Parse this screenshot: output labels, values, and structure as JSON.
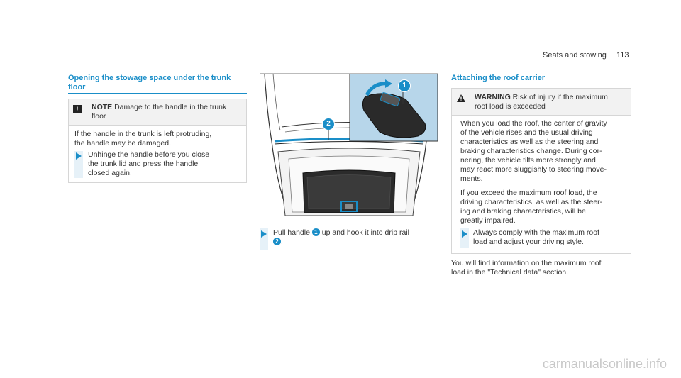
{
  "header": {
    "section": "Seats and stowing",
    "page": "113"
  },
  "left": {
    "heading": [
      "Opening the stowage space under the trunk",
      "floor"
    ],
    "note": {
      "icon": "!",
      "title": "NOTE",
      "text1": " Damage to the handle in the trunk",
      "text2": "floor"
    },
    "body": [
      "If the handle in the trunk is left protruding,",
      "the handle may be damaged."
    ],
    "step": [
      "Unhinge the handle before you close",
      "the trunk lid and press the handle",
      "closed again."
    ]
  },
  "middle": {
    "callouts": [
      "1",
      "2"
    ],
    "step": {
      "text_a": "Pull handle ",
      "num1": "1",
      "text_b": " up and hook it into drip rail",
      "num2": "2",
      "text_c": "."
    }
  },
  "right": {
    "heading": "Attaching the roof carrier",
    "warning": {
      "title": "WARNING",
      "text1": " Risk of injury if the maximum",
      "text2": "roof load is exceeded"
    },
    "para1": [
      "When you load the roof, the center of gravity",
      "of the vehicle rises and the usual driving",
      "characteristics as well as the steering and",
      "braking characteristics change. During cor-",
      "nering, the vehicle tilts more strongly and",
      "may react more sluggishly to steering move-",
      "ments."
    ],
    "para2": [
      "If you exceed the maximum roof load, the",
      "driving characteristics, as well as the steer-",
      "ing and braking characteristics, will be",
      "greatly impaired."
    ],
    "step": [
      "Always comply with the maximum roof",
      "load and adjust your driving style."
    ],
    "footer_text": [
      "You will find information on the maximum roof",
      "load in the \"Technical data\" section."
    ]
  },
  "footer": {
    "watermark": "carmanualsonline.info"
  },
  "colors": {
    "accent": "#1a8ec8",
    "bar": "#e6f1f8",
    "inset_bg": "#b7d6ea"
  }
}
